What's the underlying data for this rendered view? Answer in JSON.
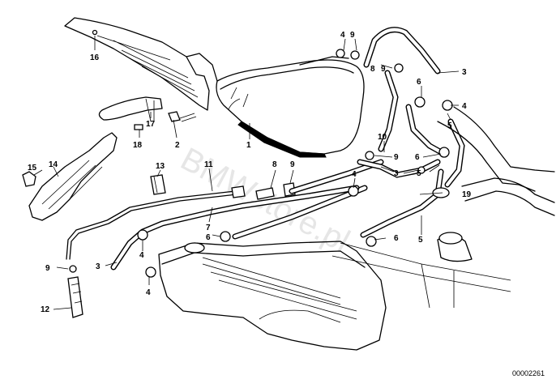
{
  "watermark": "BMWstore.pl",
  "diagram_code": "00002261",
  "callouts": [
    {
      "id": "c16",
      "text": "16"
    },
    {
      "id": "c4a",
      "text": "4"
    },
    {
      "id": "c9a",
      "text": "9"
    },
    {
      "id": "c8a",
      "text": "8"
    },
    {
      "id": "c9b",
      "text": "9"
    },
    {
      "id": "c3a",
      "text": "3"
    },
    {
      "id": "c6a",
      "text": "6"
    },
    {
      "id": "c4b",
      "text": "4"
    },
    {
      "id": "c5a",
      "text": "5"
    },
    {
      "id": "c17",
      "text": "17"
    },
    {
      "id": "c18",
      "text": "18"
    },
    {
      "id": "c2",
      "text": "2"
    },
    {
      "id": "c1",
      "text": "1"
    },
    {
      "id": "c10",
      "text": "10"
    },
    {
      "id": "c9c",
      "text": "9"
    },
    {
      "id": "c6b",
      "text": "6"
    },
    {
      "id": "c3b",
      "text": "3"
    },
    {
      "id": "c5b",
      "text": "5"
    },
    {
      "id": "c15",
      "text": "15"
    },
    {
      "id": "c14",
      "text": "14"
    },
    {
      "id": "c13",
      "text": "13"
    },
    {
      "id": "c11",
      "text": "11"
    },
    {
      "id": "c8b",
      "text": "8"
    },
    {
      "id": "c9d",
      "text": "9"
    },
    {
      "id": "c4c",
      "text": "4"
    },
    {
      "id": "c19",
      "text": "19"
    },
    {
      "id": "c7",
      "text": "7"
    },
    {
      "id": "c6c",
      "text": "6"
    },
    {
      "id": "c6d",
      "text": "6"
    },
    {
      "id": "c5c",
      "text": "5"
    },
    {
      "id": "c4d",
      "text": "4"
    },
    {
      "id": "c9e",
      "text": "9"
    },
    {
      "id": "c3c",
      "text": "3"
    },
    {
      "id": "c12",
      "text": "12"
    },
    {
      "id": "c4e",
      "text": "4"
    }
  ]
}
